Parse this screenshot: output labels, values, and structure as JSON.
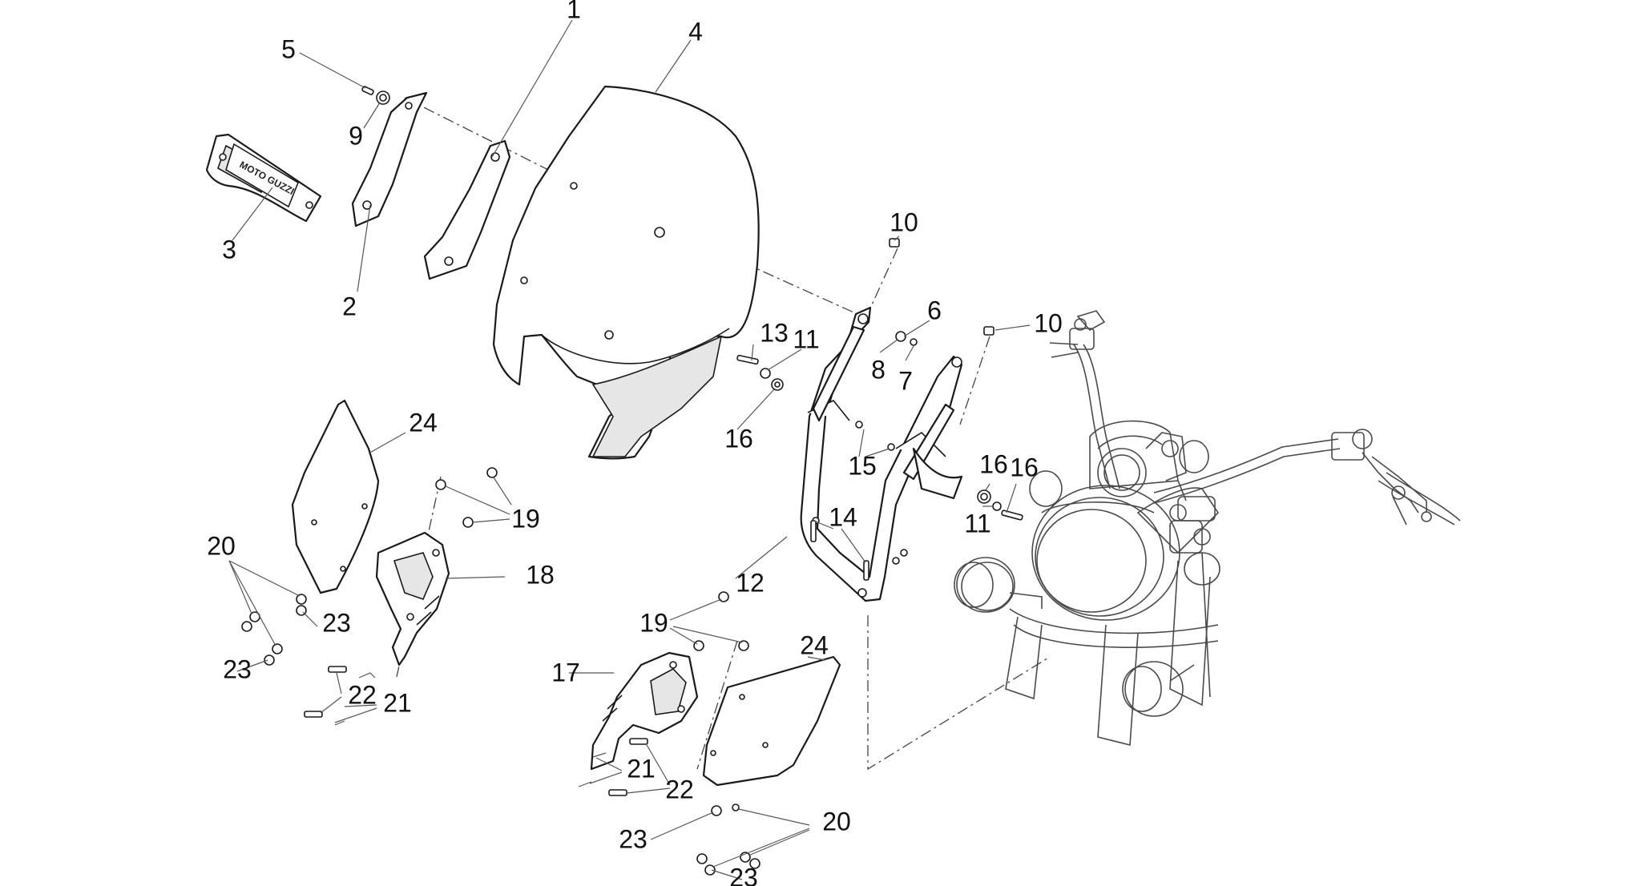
{
  "diagram": {
    "callouts": [
      "1",
      "2",
      "3",
      "4",
      "5",
      "6",
      "7",
      "8",
      "9",
      "10",
      "10",
      "11",
      "11",
      "12",
      "13",
      "14",
      "15",
      "16",
      "16",
      "16",
      "17",
      "18",
      "19",
      "19",
      "20",
      "20",
      "21",
      "21",
      "22",
      "22",
      "23",
      "23",
      "23",
      "23",
      "24",
      "24"
    ],
    "brand_text": "MOTO GUZZI"
  }
}
